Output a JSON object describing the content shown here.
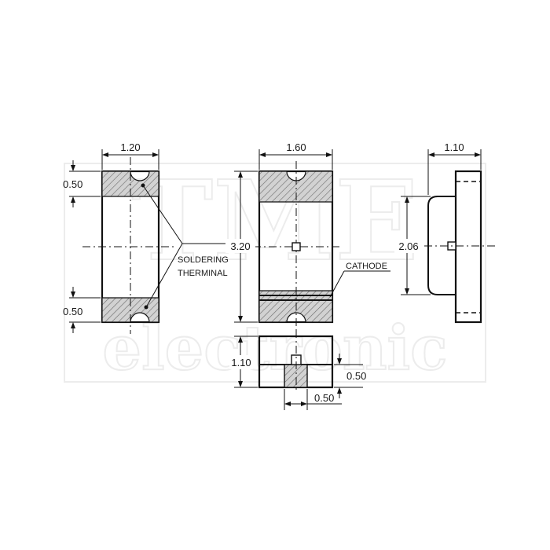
{
  "watermark": {
    "brand": "TME",
    "subtitle": "electronic"
  },
  "dimensions": {
    "top_width": "1.20",
    "top_pad_upper": "0.50",
    "top_pad_lower": "0.50",
    "bottom_width": "1.60",
    "bottom_length": "3.20",
    "side_thickness": "1.10",
    "side_lens": "2.06",
    "end_height": "1.10",
    "end_terminal_height": "0.50",
    "end_terminal_width": "0.50"
  },
  "labels": {
    "soldering_line1": "SOLDERING",
    "soldering_line2": "THERMINAL",
    "cathode": "CATHODE"
  },
  "colors": {
    "ink": "#111111",
    "hatch_fill": "#bdbdbd",
    "watermark": "#ececec"
  }
}
